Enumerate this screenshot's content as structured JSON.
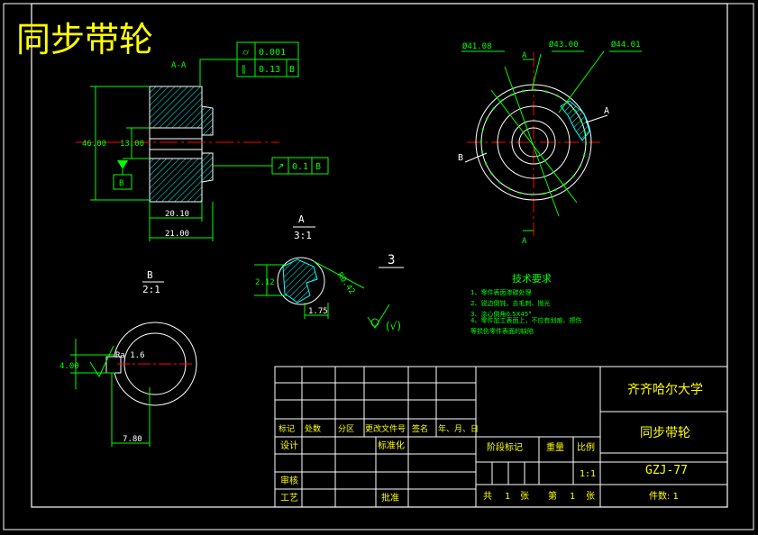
{
  "title": "同步带轮",
  "colors": {
    "background": "#000000",
    "outline": "#ffffff",
    "dimension": "#00ff00",
    "title": "#ffff00",
    "center": "#ff0000",
    "hatch": "#00ffff"
  },
  "section_view": {
    "label": "A-A",
    "tol_flatness": "0.001",
    "tol_parallel": "0.13",
    "tol_ref_b": "B",
    "tol_runout": "0.1",
    "tol_runout_ref": "B",
    "datum": "B",
    "dim_outer": "46.00",
    "dim_bore": "13.00",
    "dim_width1": "20.10",
    "dim_width2": "21.00"
  },
  "front_view": {
    "dim_d1": "Ø41.08",
    "dim_d2": "Ø43.00",
    "dim_d3": "Ø44.01",
    "label_a": "A",
    "label_b": "B"
  },
  "detail_a": {
    "name": "A",
    "scale": "3:1",
    "dim_h": "2.12",
    "dim_r": "R0.42",
    "dim_w": "1.75"
  },
  "detail_b": {
    "name": "B",
    "scale": "2:1",
    "dim_h": "4.00",
    "dim_ra": "Ra 1.6",
    "dim_w": "7.80"
  },
  "roughness": {
    "value": "3",
    "note": "(√)"
  },
  "tech_req": {
    "heading": "技术要求",
    "items": [
      "1、零件表面渗碳处理",
      "2、锐边倒钝，去毛刺、抛光",
      "3、涂心倒角0.5X45°",
      "4、零件加工表面上，不应有划痕、擦伤",
      "等损伤零件表面的缺陷"
    ]
  },
  "title_block": {
    "school": "齐齐哈尔大学",
    "part_name": "同步带轮",
    "drawing_no": "GZJ-77",
    "pieces": "件数: 1",
    "scale": "1:1",
    "headers": [
      "标记",
      "处数",
      "分区",
      "更改文件号",
      "签名",
      "年、月、日"
    ],
    "design": "设计",
    "standardize": "标准化",
    "review": "审核",
    "process": "工艺",
    "approve": "批准",
    "stage_mark": "阶段标记",
    "weight": "重量",
    "ratio": "比例",
    "total": "共",
    "total_n": "1",
    "sheets": "张",
    "page": "第",
    "page_n": "1",
    "page_unit": "张"
  }
}
